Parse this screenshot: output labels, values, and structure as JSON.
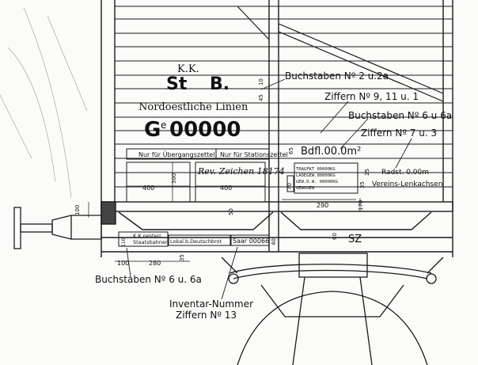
{
  "wagon": {
    "marking_kk": "K.K.",
    "marking_st": "St",
    "marking_b": "B.",
    "marking_railway": "Nordoestliche Linien",
    "marking_number": "G",
    "marking_number_sub": "e",
    "marking_digits": "00000",
    "label_uebergangszettel": "Nur für Übergangszettel",
    "label_stationszettel": "Nur für Stationszettel",
    "label_signature": "Rev. Zeichen 18174",
    "label_bdfl": "Bdfl.00.0m²",
    "label_tragfkt": "TRAGFKT 00000KG",
    "label_ladegew": "LADEGEW.00000KG",
    "label_gew": "GEW.D.W. 00000KG",
    "label_gewogen": "GEWOGEN",
    "label_radst": "Radst. 0.00m",
    "label_vereins": "Vereins-Lenkachsen",
    "label_kk_oest": "K.K.oesterr.",
    "label_staatsbahnen": "Staatsbahnen",
    "label_lokal": "Lokal.b.Deutschbrot",
    "label_saar": "Saar 00066",
    "label_sz": "SZ"
  },
  "annotations": {
    "buchstaben_2_2a": "Buchstaben Nº 2 u.2a",
    "ziffern_9_11": "Ziffern Nº 9, 11 u. 1",
    "buchstaben_6a": "Buchstaben Nº 6 u 6a",
    "ziffern_7_3": "Ziffern Nº 7 u. 3",
    "buchstaben_6_6a": "Buchstaben Nº 6 u. 6a",
    "inventar": "Inventar-Nummer",
    "ziffern_13": "Ziffern Nº 13"
  },
  "dimensions": {
    "d400a": "400",
    "d400b": "400",
    "d300": "300",
    "d290": "290",
    "d280a": "280",
    "d280b": "280",
    "d100a": "100",
    "d100b": "100",
    "d170": "170",
    "d60": "60",
    "d50": "50",
    "d35a": "35",
    "d35b": "35",
    "d45": "45",
    "d65": "65",
    "d70": "70",
    "d25": "25",
    "d40": "40",
    "d110": "110",
    "d10": "10"
  }
}
